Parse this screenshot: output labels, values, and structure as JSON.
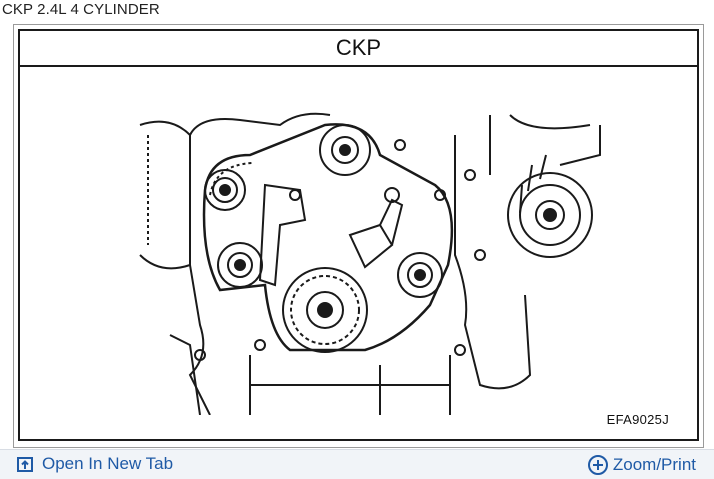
{
  "page": {
    "title": "CKP 2.4L 4 CYLINDER"
  },
  "figure": {
    "header": "CKP",
    "code": "EFA9025J"
  },
  "footer": {
    "open_tab": {
      "label": "Open In New Tab",
      "icon": "open-new-tab-icon"
    },
    "zoom": {
      "label": "Zoom/Print",
      "icon": "plus-circle-icon"
    }
  },
  "colors": {
    "link": "#1f5aa6",
    "footer_bg": "#f1f4f8",
    "line": "#1a1a1a"
  }
}
